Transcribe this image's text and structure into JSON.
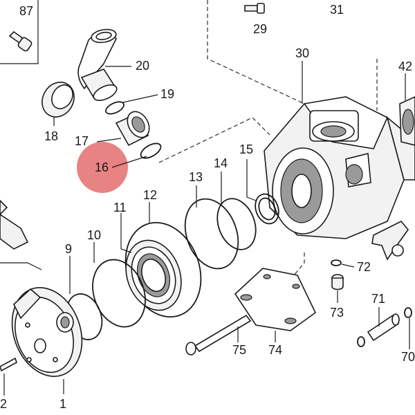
{
  "diagram": {
    "highlight_color": "#e05a5a",
    "highlighted_part": "16",
    "callouts": {
      "p87": "87",
      "p31": "31",
      "p29": "29",
      "p30": "30",
      "p42": "42",
      "p20": "20",
      "p19": "19",
      "p18": "18",
      "p17": "17",
      "p16": "16",
      "p15": "15",
      "p14": "14",
      "p13": "13",
      "p12": "12",
      "p11": "11",
      "p10": "10",
      "p9": "9",
      "p72": "72",
      "p73": "73",
      "p71": "71",
      "p70": "70",
      "p75": "75",
      "p74": "74",
      "p2": "2",
      "p1": "1"
    }
  }
}
